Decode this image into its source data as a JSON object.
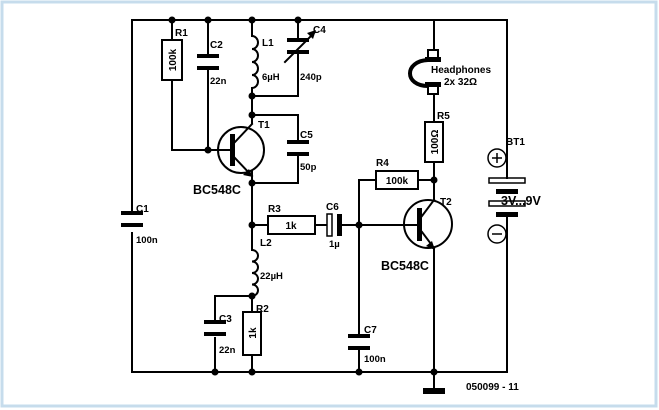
{
  "components": {
    "R1": {
      "ref": "R1",
      "value": "100k"
    },
    "C2": {
      "ref": "C2",
      "value": "22n"
    },
    "L1": {
      "ref": "L1",
      "value": "6µH"
    },
    "C4": {
      "ref": "C4",
      "value": "240p"
    },
    "T1": {
      "ref": "T1",
      "type": "BC548C"
    },
    "C5": {
      "ref": "C5",
      "value": "50p"
    },
    "C1": {
      "ref": "C1",
      "value": "100n"
    },
    "R3": {
      "ref": "R3",
      "value": "1k"
    },
    "C6": {
      "ref": "C6",
      "value": "1µ"
    },
    "L2": {
      "ref": "L2",
      "value": "22µH"
    },
    "R2": {
      "ref": "R2",
      "value": "1k"
    },
    "C3": {
      "ref": "C3",
      "value": "22n"
    },
    "C7": {
      "ref": "C7",
      "value": "100n"
    },
    "R4": {
      "ref": "R4",
      "value": "100k"
    },
    "T2": {
      "ref": "T2",
      "type": "BC548C"
    },
    "R5": {
      "ref": "R5",
      "value": "100Ω"
    },
    "BT1": {
      "ref": "BT1",
      "value": "3V...9V"
    },
    "headphones": {
      "label": "Headphones",
      "spec": "2x 32Ω"
    }
  },
  "figure_number": "050099 - 11",
  "colors": {
    "frame": "#c6dcec",
    "wire": "#000000",
    "background": "#ffffff"
  }
}
